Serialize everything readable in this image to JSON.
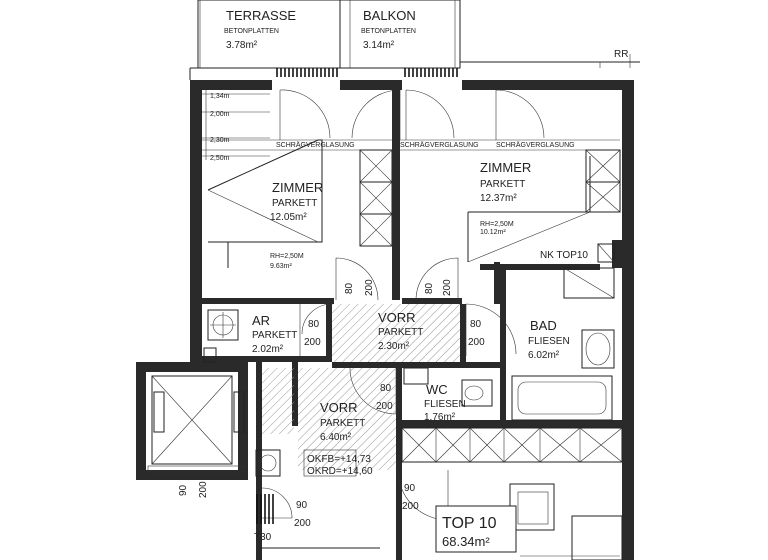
{
  "rooms": {
    "terrasse": {
      "name": "TERRASSE",
      "floor": "BETONPLATTEN",
      "area": "3.78m²"
    },
    "balkon": {
      "name": "BALKON",
      "floor": "BETONPLATTEN",
      "area": "3.14m²"
    },
    "zimmer1": {
      "name": "ZIMMER",
      "floor": "PARKETT",
      "area": "12.05m²",
      "rh": "RH=2,50M",
      "rh_area": "9.63m²"
    },
    "zimmer2": {
      "name": "ZIMMER",
      "floor": "PARKETT",
      "area": "12.37m²",
      "rh": "RH=2,50M",
      "rh_area": "10.12m²"
    },
    "ar": {
      "name": "AR",
      "floor": "PARKETT",
      "area": "2.02m²"
    },
    "vorr1": {
      "name": "VORR",
      "floor": "PARKETT",
      "area": "2.30m²"
    },
    "bad": {
      "name": "BAD",
      "floor": "FLIESEN",
      "area": "6.02m²"
    },
    "wc": {
      "name": "WC",
      "floor": "FLIESEN",
      "area": "1.76m²"
    },
    "vorr2": {
      "name": "VORR",
      "floor": "PARKETT",
      "area": "6.40m²"
    }
  },
  "annotations": {
    "rr": "RR",
    "nk": "NK TOP10",
    "okfb": "OKFB=+14,73",
    "okrd": "OKRD=+14,60",
    "t30": "T30",
    "slope": "SCHRÄGVERGLASUNG",
    "h1": "1,34m",
    "h2": "2,00m",
    "h3": "2,30m",
    "h4": "2,50m"
  },
  "doors": {
    "d80": "80",
    "d90": "90",
    "d200": "200"
  },
  "unit": {
    "name": "TOP 10",
    "area": "68.34m²"
  }
}
